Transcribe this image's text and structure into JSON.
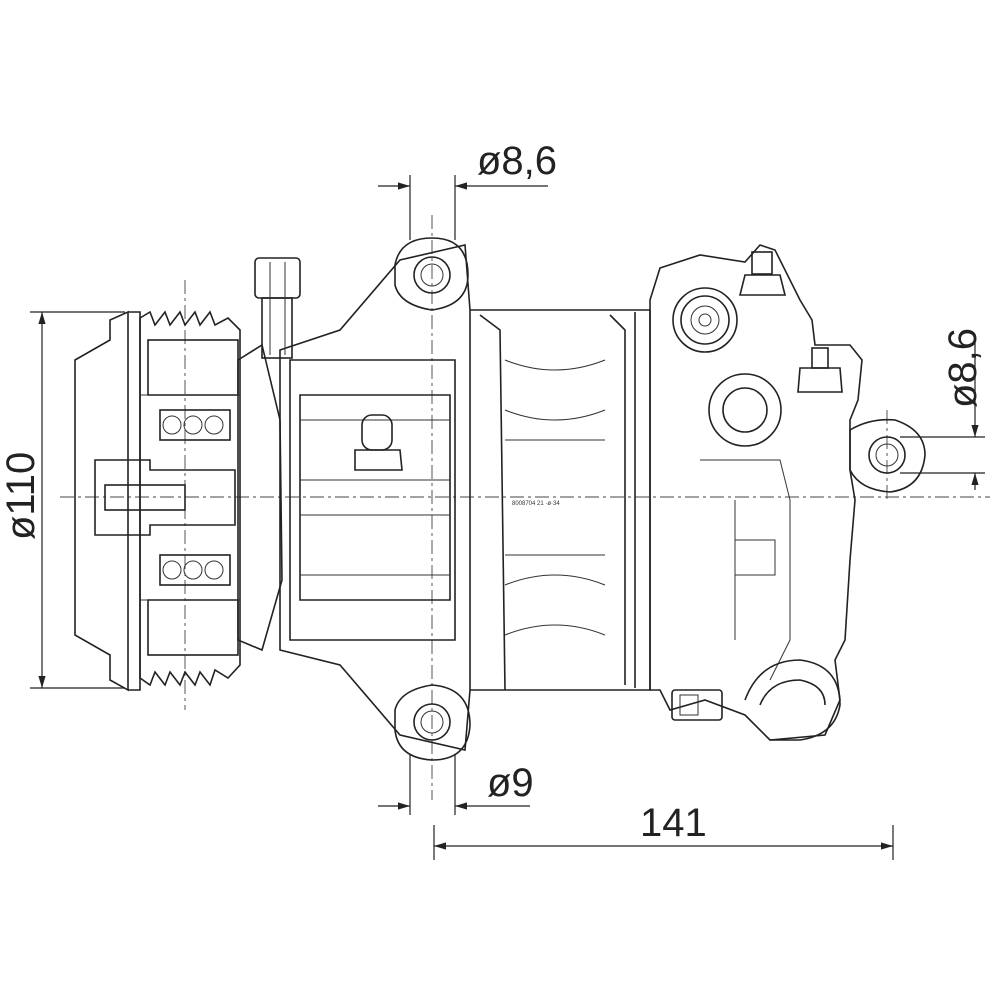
{
  "dimensions": {
    "top_hole": "ø8,6",
    "right_hole": "ø8,6",
    "pulley_diameter": "ø110",
    "bottom_hole": "ø9",
    "length": "141"
  },
  "marking": "8008704 21 ·ø·34",
  "colors": {
    "line": "#222222",
    "background": "#ffffff"
  }
}
